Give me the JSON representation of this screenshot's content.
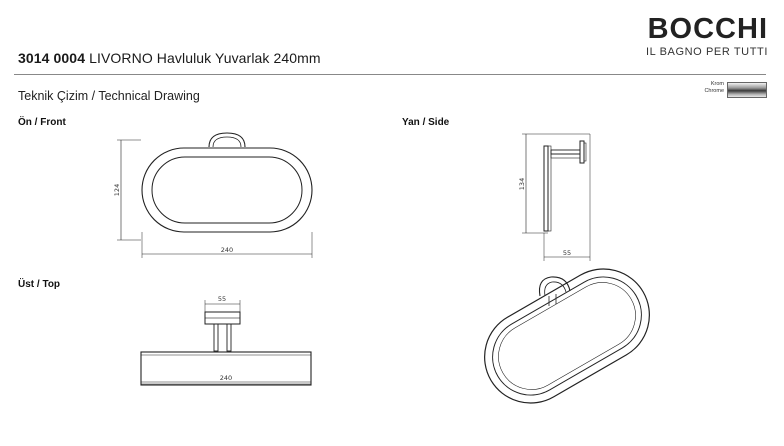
{
  "header": {
    "code": "3014 0004",
    "product": "LIVORNO Havluluk Yuvarlak 240mm",
    "subtitle": "Teknik Çizim / Technical Drawing"
  },
  "brand": {
    "name": "BOCCHI",
    "tagline": "IL BAGNO PER TUTTI"
  },
  "finish": {
    "label_tr": "Krom",
    "label_en": "Chrome",
    "color": "#8c8c8c"
  },
  "views": {
    "front": {
      "label": "Ön / Front",
      "width_dim": "240",
      "height_dim": "124"
    },
    "side": {
      "label": "Yan / Side",
      "height_dim": "134",
      "depth_dim": "55"
    },
    "top": {
      "label": "Üst / Top",
      "depth_dim": "55",
      "width_dim": "240"
    }
  }
}
